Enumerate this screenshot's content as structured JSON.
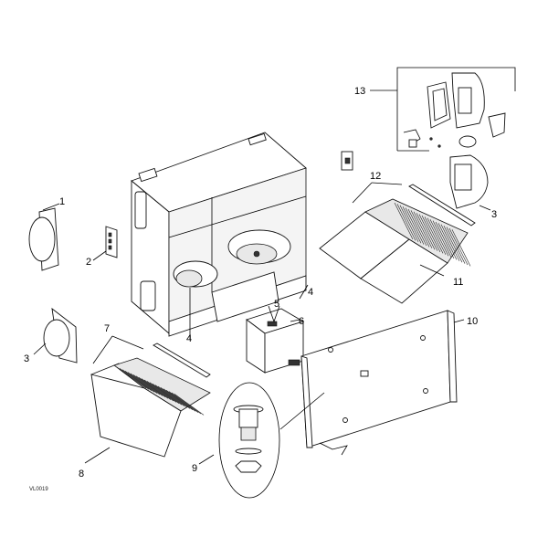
{
  "figure": {
    "type": "exploded-parts-diagram",
    "drawing_code": "VL0019",
    "callouts": [
      {
        "id": "1",
        "label": "1",
        "part": "collar-duct-adapter"
      },
      {
        "id": "2",
        "label": "2",
        "part": "control-wall-plate"
      },
      {
        "id": "3a",
        "label": "3",
        "part": "collar-duct-adapter"
      },
      {
        "id": "3b",
        "label": "3",
        "part": "collar-duct-adapter"
      },
      {
        "id": "4a",
        "label": "4",
        "part": "blower-wheel"
      },
      {
        "id": "4b",
        "label": "4",
        "part": "blower-wheel"
      },
      {
        "id": "5",
        "label": "5",
        "part": "electronic-components"
      },
      {
        "id": "6",
        "label": "6",
        "part": "electrical-box"
      },
      {
        "id": "7",
        "label": "7",
        "part": "filter"
      },
      {
        "id": "8",
        "label": "8",
        "part": "heat-recovery-core"
      },
      {
        "id": "9",
        "label": "9",
        "part": "drain-fitting-kit"
      },
      {
        "id": "10",
        "label": "10",
        "part": "access-door"
      },
      {
        "id": "11",
        "label": "11",
        "part": "heat-recovery-core"
      },
      {
        "id": "12",
        "label": "12",
        "part": "filter"
      },
      {
        "id": "13",
        "label": "13",
        "part": "balancing-damper-assembly"
      }
    ]
  }
}
